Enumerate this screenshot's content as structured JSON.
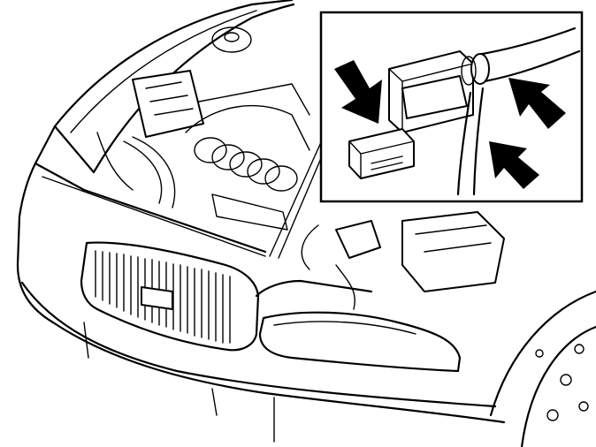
{
  "illustration": {
    "subject": "car-engine-bay",
    "inset": {
      "subject": "sensor-connector-detail",
      "arrow_count": 3
    }
  },
  "colors": {
    "line": "#000000",
    "background": "#ffffff",
    "arrow": "#000000"
  }
}
